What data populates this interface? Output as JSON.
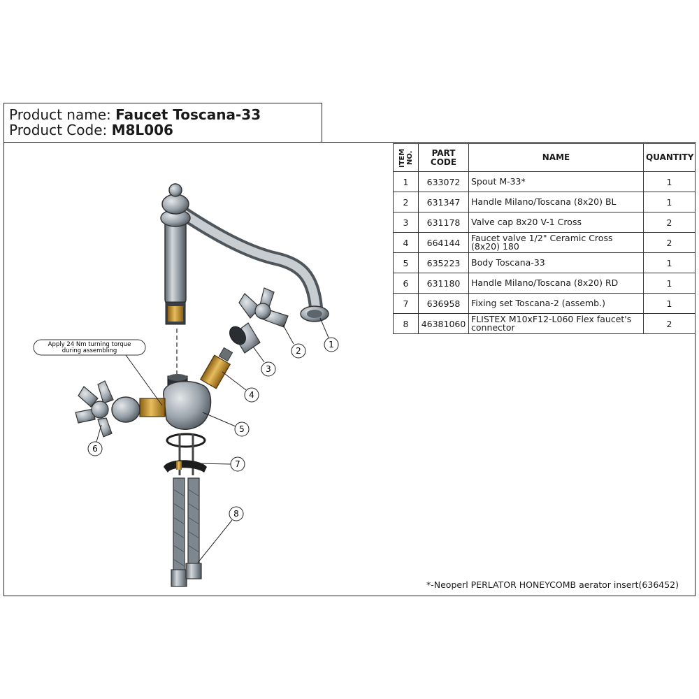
{
  "header": {
    "product_name_label": "Product name:",
    "product_name_value": "Faucet Toscana-33",
    "product_code_label": "Product Code:",
    "product_code_value": "M8L006"
  },
  "table": {
    "headers": {
      "item": "ITEM NO.",
      "part": "PART CODE",
      "name": "NAME",
      "qty": "QUANTITY"
    },
    "rows": [
      {
        "item": "1",
        "part": "633072",
        "name": "Spout M-33*",
        "qty": "1"
      },
      {
        "item": "2",
        "part": "631347",
        "name": "Handle Milano/Toscana (8x20) BL",
        "qty": "1"
      },
      {
        "item": "3",
        "part": "631178",
        "name": "Valve cap 8x20 V-1 Cross",
        "qty": "2"
      },
      {
        "item": "4",
        "part": "664144",
        "name": "Faucet valve 1/2\" Ceramic Cross (8x20) 180",
        "qty": "2"
      },
      {
        "item": "5",
        "part": "635223",
        "name": "Body Toscana-33",
        "qty": "1"
      },
      {
        "item": "6",
        "part": "631180",
        "name": "Handle Milano/Toscana (8x20) RD",
        "qty": "1"
      },
      {
        "item": "7",
        "part": "636958",
        "name": "Fixing set Toscana-2 (assemb.)",
        "qty": "1"
      },
      {
        "item": "8",
        "part": "46381060",
        "name": "FLISTEX M10xF12-L060 Flex faucet's connector",
        "qty": "2"
      }
    ]
  },
  "footnote": "*-Neoperl PERLATOR HONEYCOMB aerator insert(636452)",
  "diagram": {
    "torque_note_line1": "Apply 24 Nm turning torque",
    "torque_note_line2": "during assembling",
    "callouts": [
      "1",
      "2",
      "3",
      "4",
      "5",
      "6",
      "7",
      "8"
    ],
    "colors": {
      "chrome": "#9aa3ab",
      "chrome_dark": "#5d656c",
      "brass": "#c9952e",
      "hose": "#7d8790",
      "black": "#1c1c1c"
    }
  }
}
